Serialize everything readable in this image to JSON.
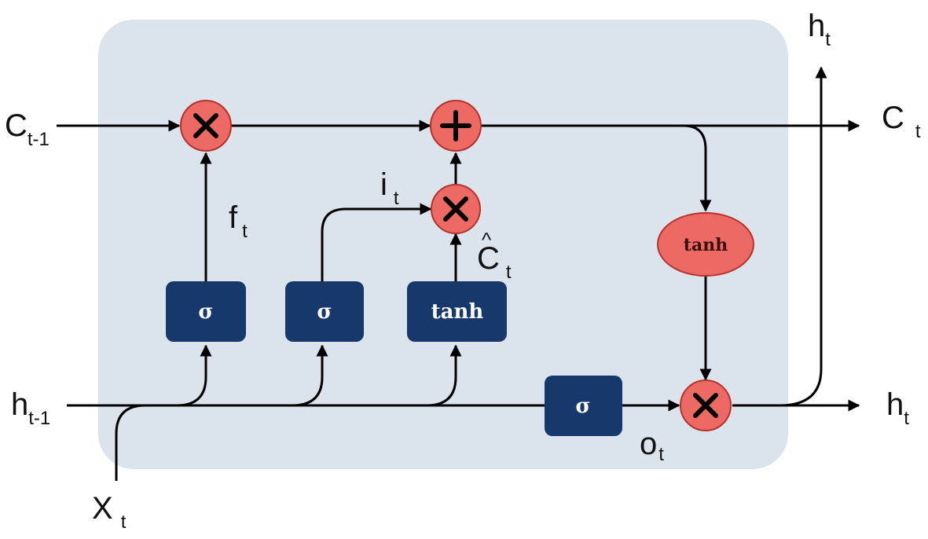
{
  "gates": {
    "forget_sigma": "σ",
    "input_sigma": "σ",
    "candidate_tanh": "tanh",
    "output_sigma": "σ",
    "cell_tanh": "tanh"
  },
  "labels": {
    "c_prev": {
      "main": "C",
      "sub": "t-1"
    },
    "c_out": {
      "main": "C",
      "sub": "t"
    },
    "h_prev": {
      "main": "h",
      "sub": "t-1"
    },
    "h_out_right": {
      "main": "h",
      "sub": "t"
    },
    "h_out_top": {
      "main": "h",
      "sub": "t"
    },
    "x_in": {
      "main": "X",
      "sub": "t"
    },
    "f_gate": {
      "main": "f",
      "sub": "t"
    },
    "i_gate": {
      "main": "i",
      "sub": "t"
    },
    "c_candidate": {
      "main": "C",
      "sub": "t",
      "hat": "^"
    },
    "o_gate": {
      "main": "o",
      "sub": "t"
    }
  },
  "colors": {
    "cell_background": "#dbe3ec",
    "gate_box": "#16386b",
    "operator_fill": "#ec6a63",
    "operator_stroke": "#b3332d",
    "wire": "#000000"
  },
  "icons": {
    "forget_multiply": "multiply-icon",
    "cell_add": "plus-icon",
    "input_multiply": "multiply-icon",
    "output_multiply": "multiply-icon"
  }
}
